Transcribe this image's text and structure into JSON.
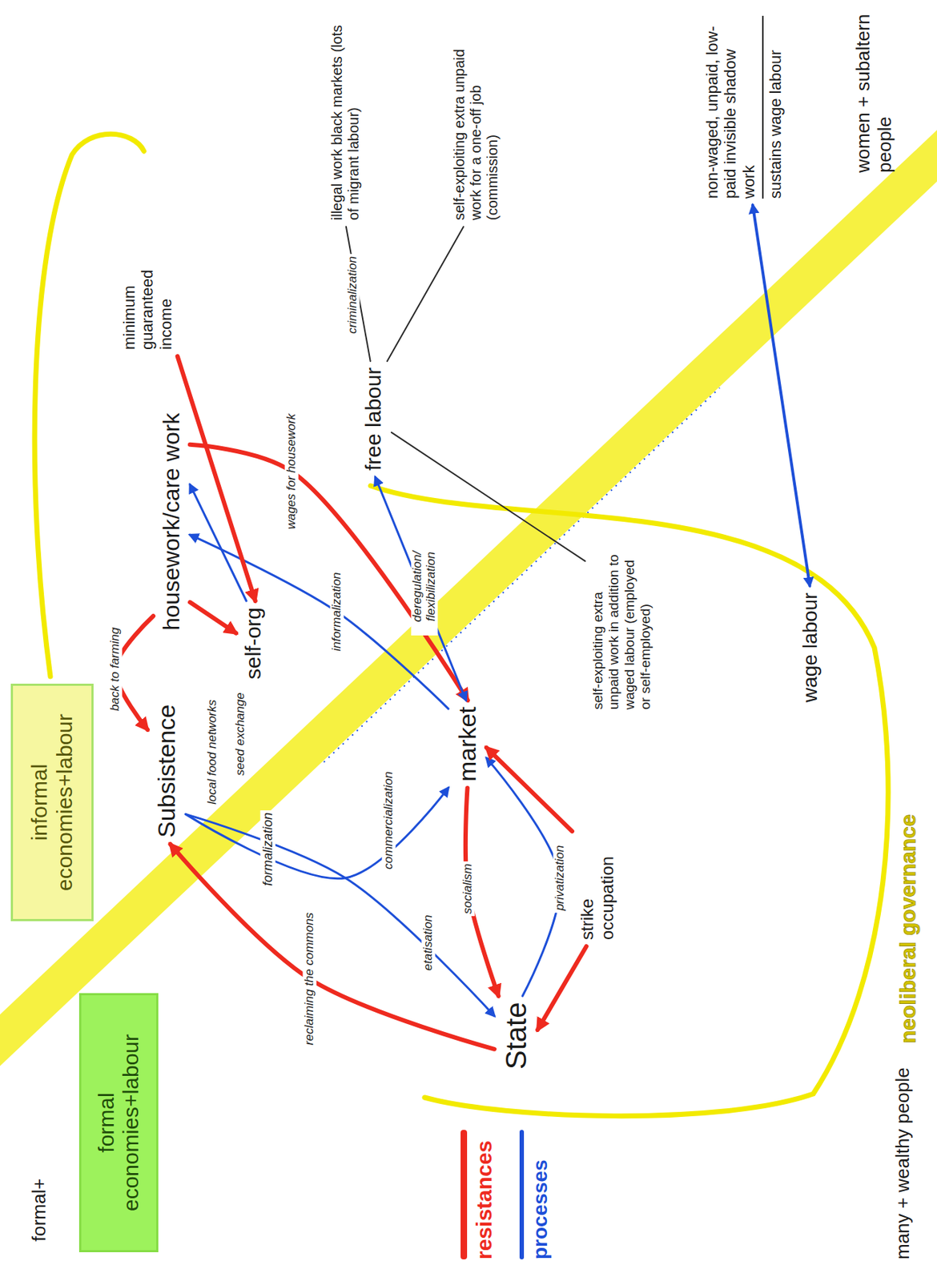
{
  "diagram": {
    "nodes": [
      {
        "text": [
          "formal economies+labour"
        ]
      },
      {
        "text": [
          "informal economies+labour"
        ]
      },
      {
        "text": [
          "State"
        ]
      },
      {
        "text": [
          "market"
        ]
      },
      {
        "text": [
          "Subsistence"
        ]
      },
      {
        "text": [
          "self-org"
        ]
      },
      {
        "text": [
          "housework/care work"
        ]
      },
      {
        "text": [
          "minimum guaranteed income"
        ]
      },
      {
        "text": [
          "free labour"
        ]
      },
      {
        "text": [
          "strike occupation"
        ]
      },
      {
        "text": [
          "wage labour"
        ]
      },
      {
        "text": [
          "non-waged, unpaid, low-paid invisible shadow work",
          "sustains wage labour"
        ]
      },
      {
        "text": [
          "illegal work black markets (lots of migrant labour)"
        ]
      },
      {
        "text": [
          "self-exploiting extra unpaid work for a one-off job (commission)"
        ]
      },
      {
        "text": [
          "self-exploiting extra unpaid work in addition to waged labour (employed or self-employed)"
        ]
      }
    ],
    "edges": [
      {
        "from": 4,
        "to": 2,
        "arrow": "to",
        "label": "etatisation"
      },
      {
        "from": 4,
        "to": 3,
        "arrow": "to",
        "label": "commercialization"
      },
      {
        "from": 2,
        "to": 3,
        "arrow": "to",
        "label": "privatization"
      },
      {
        "from": 3,
        "to": 2,
        "arrow": "to",
        "label": "socialism"
      },
      {
        "from": 2,
        "to": 4,
        "arrow": "to",
        "label": "reclaiming the commons"
      },
      {
        "from": 6,
        "to": 4,
        "arrow": "to",
        "label": "back to farming"
      },
      {
        "from": 6,
        "to": 5,
        "arrow": "to"
      },
      {
        "from": 3,
        "to": 6,
        "arrow": "to",
        "label": "informalization"
      },
      {
        "from": 5,
        "to": 6,
        "arrow": "to"
      },
      {
        "from": 6,
        "to": 3,
        "arrow": "to",
        "label": "wages for housework"
      },
      {
        "from": 7,
        "to": 5,
        "arrow": "to"
      },
      {
        "from": 3,
        "to": 8,
        "arrow": "both",
        "label": "deregulation/ flexibilization"
      },
      {
        "from": 9,
        "to": 2,
        "arrow": "to"
      },
      {
        "from": 9,
        "to": 3,
        "arrow": "to"
      },
      {
        "from": 10,
        "to": 11,
        "arrow": "both"
      },
      {
        "from": 8,
        "to": 12,
        "arrow": "none",
        "label": "criminalization"
      },
      {
        "from": 8,
        "to": 13,
        "arrow": "none"
      },
      {
        "from": 8,
        "to": 14,
        "arrow": "none"
      }
    ],
    "labels": [
      "formal+",
      "formalization",
      "local food networks",
      "seed exchange",
      "neoliberal governance",
      "women + subaltern people",
      "many + wealthy people"
    ],
    "legend": [
      {
        "text": "resistances",
        "color": "#ee2a1f"
      },
      {
        "text": "processes",
        "color": "#1d4fd8"
      }
    ]
  }
}
